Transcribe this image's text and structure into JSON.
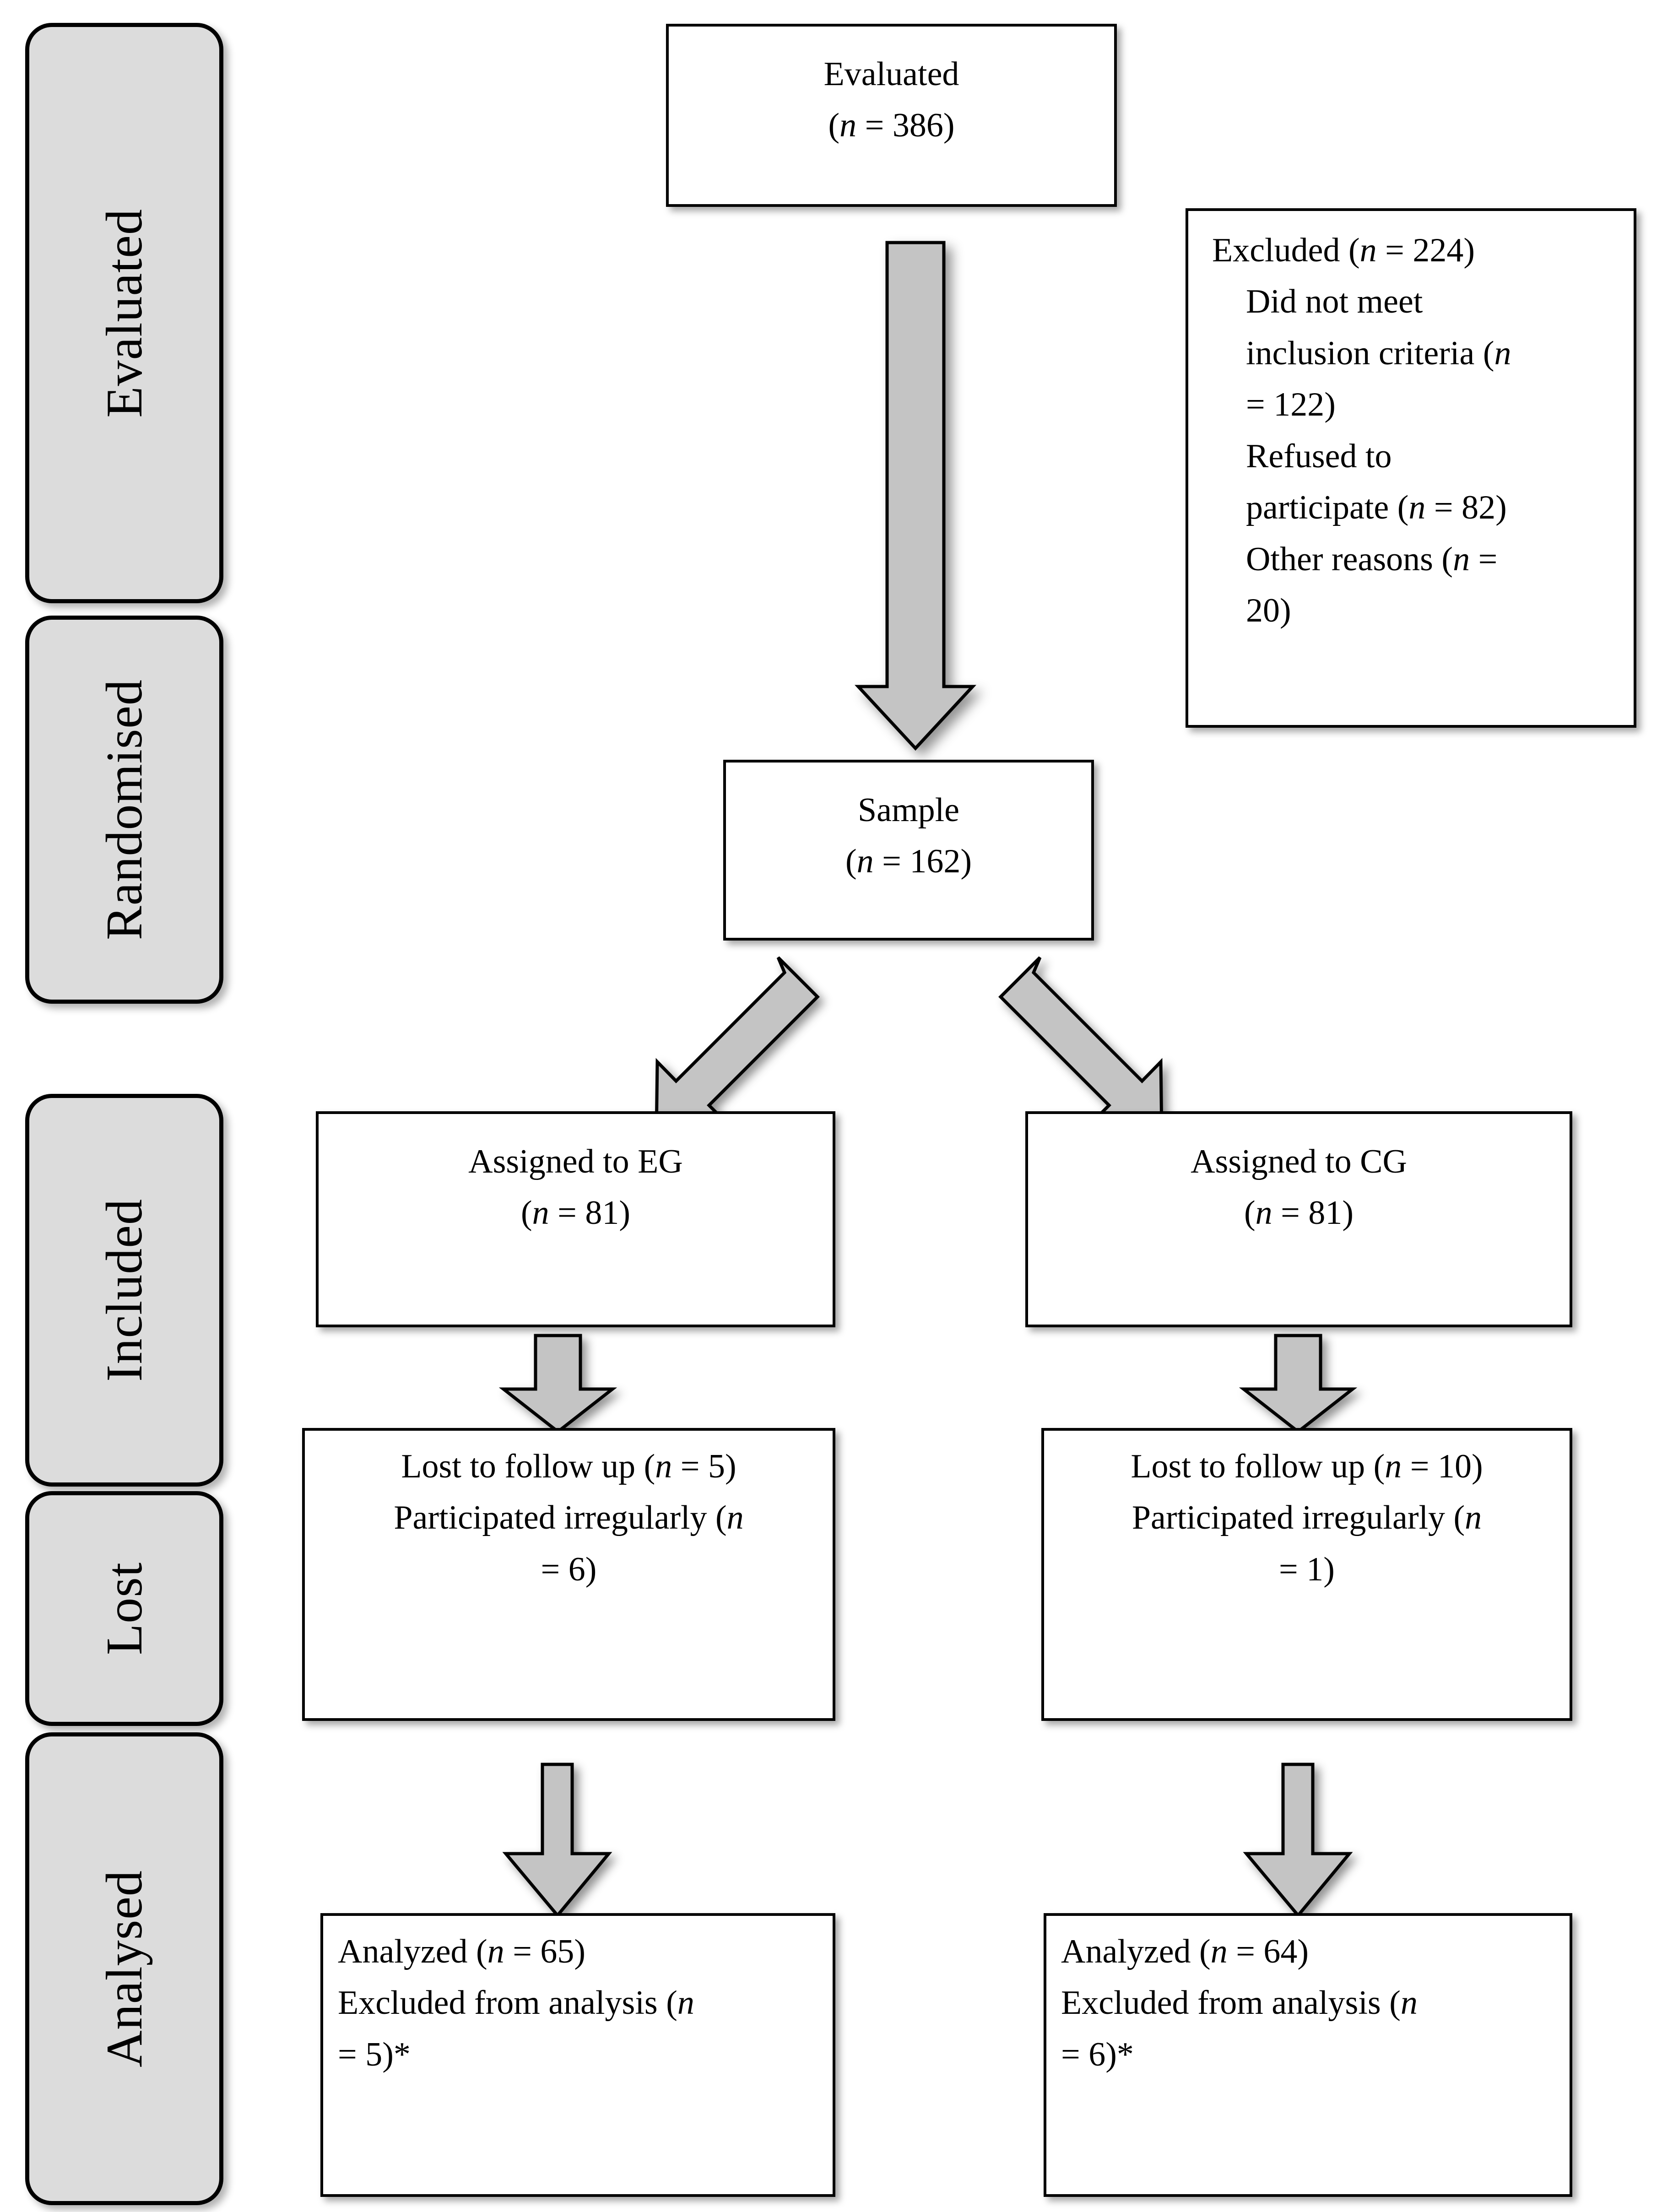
{
  "diagram": {
    "title": "CONSORT participant flow diagram",
    "colors": {
      "phase_fill": "#dcdcdc",
      "box_fill": "#ffffff",
      "arrow_fill": "#c4c4c4",
      "stroke": "#000000"
    }
  },
  "phases": [
    {
      "id": "evaluated",
      "label": "Evaluated"
    },
    {
      "id": "randomised",
      "label": "Randomised"
    },
    {
      "id": "included",
      "label": "Included"
    },
    {
      "id": "lost",
      "label": "Lost"
    },
    {
      "id": "analysed",
      "label": "Analysed"
    }
  ],
  "boxes": {
    "evaluated": {
      "line1": "Evaluated",
      "line2_prefix": "(",
      "line2_n": "n",
      "line2_suffix": " = 386)"
    },
    "excluded": {
      "heading_prefix": "Excluded (",
      "heading_n": "n",
      "heading_suffix": " = 224)",
      "reason1_a": "Did not meet",
      "reason1_b": "inclusion criteria (",
      "reason1_n": "n",
      "reason1_c": "= 122)",
      "reason2_a": "Refused to",
      "reason2_b": "participate (",
      "reason2_n": "n",
      "reason2_c": " = 82)",
      "reason3_a": "Other reasons (",
      "reason3_n": "n",
      "reason3_b": " =",
      "reason3_c": "20)"
    },
    "sample": {
      "line1": "Sample",
      "line2_prefix": "(",
      "line2_n": "n",
      "line2_suffix": " = 162)"
    },
    "assigned_eg": {
      "line1": "Assigned to EG",
      "line2_prefix": "(",
      "line2_n": "n",
      "line2_suffix": " = 81)"
    },
    "assigned_cg": {
      "line1": "Assigned to CG",
      "line2_prefix": "(",
      "line2_n": "n",
      "line2_suffix": " = 81)"
    },
    "lost_eg": {
      "line1_a": "Lost to follow up (",
      "line1_n": "n",
      "line1_b": " = 5)",
      "line2_a": "Participated irregularly (",
      "line2_n": "n",
      "line2_b": "",
      "line3": "= 6)"
    },
    "lost_cg": {
      "line1_a": "Lost to follow up (",
      "line1_n": "n",
      "line1_b": " = 10)",
      "line2_a": "Participated irregularly (",
      "line2_n": "n",
      "line2_b": "",
      "line3": "= 1)"
    },
    "analyzed_eg": {
      "line1_a": "Analyzed (",
      "line1_n": "n",
      "line1_b": " = 65)",
      "line2_a": "Excluded from analysis (",
      "line2_n": "n",
      "line2_b": "",
      "line3": "= 5)*"
    },
    "analyzed_cg": {
      "line1_a": "Analyzed (",
      "line1_n": "n",
      "line1_b": " = 64)",
      "line2_a": "Excluded from analysis (",
      "line2_n": "n",
      "line2_b": "",
      "line3": "= 6)*"
    }
  },
  "flow_data": {
    "evaluated_n": 386,
    "excluded_n": 224,
    "excluded_breakdown": [
      {
        "reason": "Did not meet inclusion criteria",
        "n": 122
      },
      {
        "reason": "Refused to participate",
        "n": 82
      },
      {
        "reason": "Other reasons",
        "n": 20
      }
    ],
    "sample_n": 162,
    "groups": [
      {
        "name": "EG",
        "assigned_n": 81,
        "lost_to_follow_up_n": 5,
        "participated_irregularly_n": 6,
        "analyzed_n": 65,
        "excluded_from_analysis_n": 5
      },
      {
        "name": "CG",
        "assigned_n": 81,
        "lost_to_follow_up_n": 10,
        "participated_irregularly_n": 1,
        "analyzed_n": 64,
        "excluded_from_analysis_n": 6
      }
    ]
  }
}
